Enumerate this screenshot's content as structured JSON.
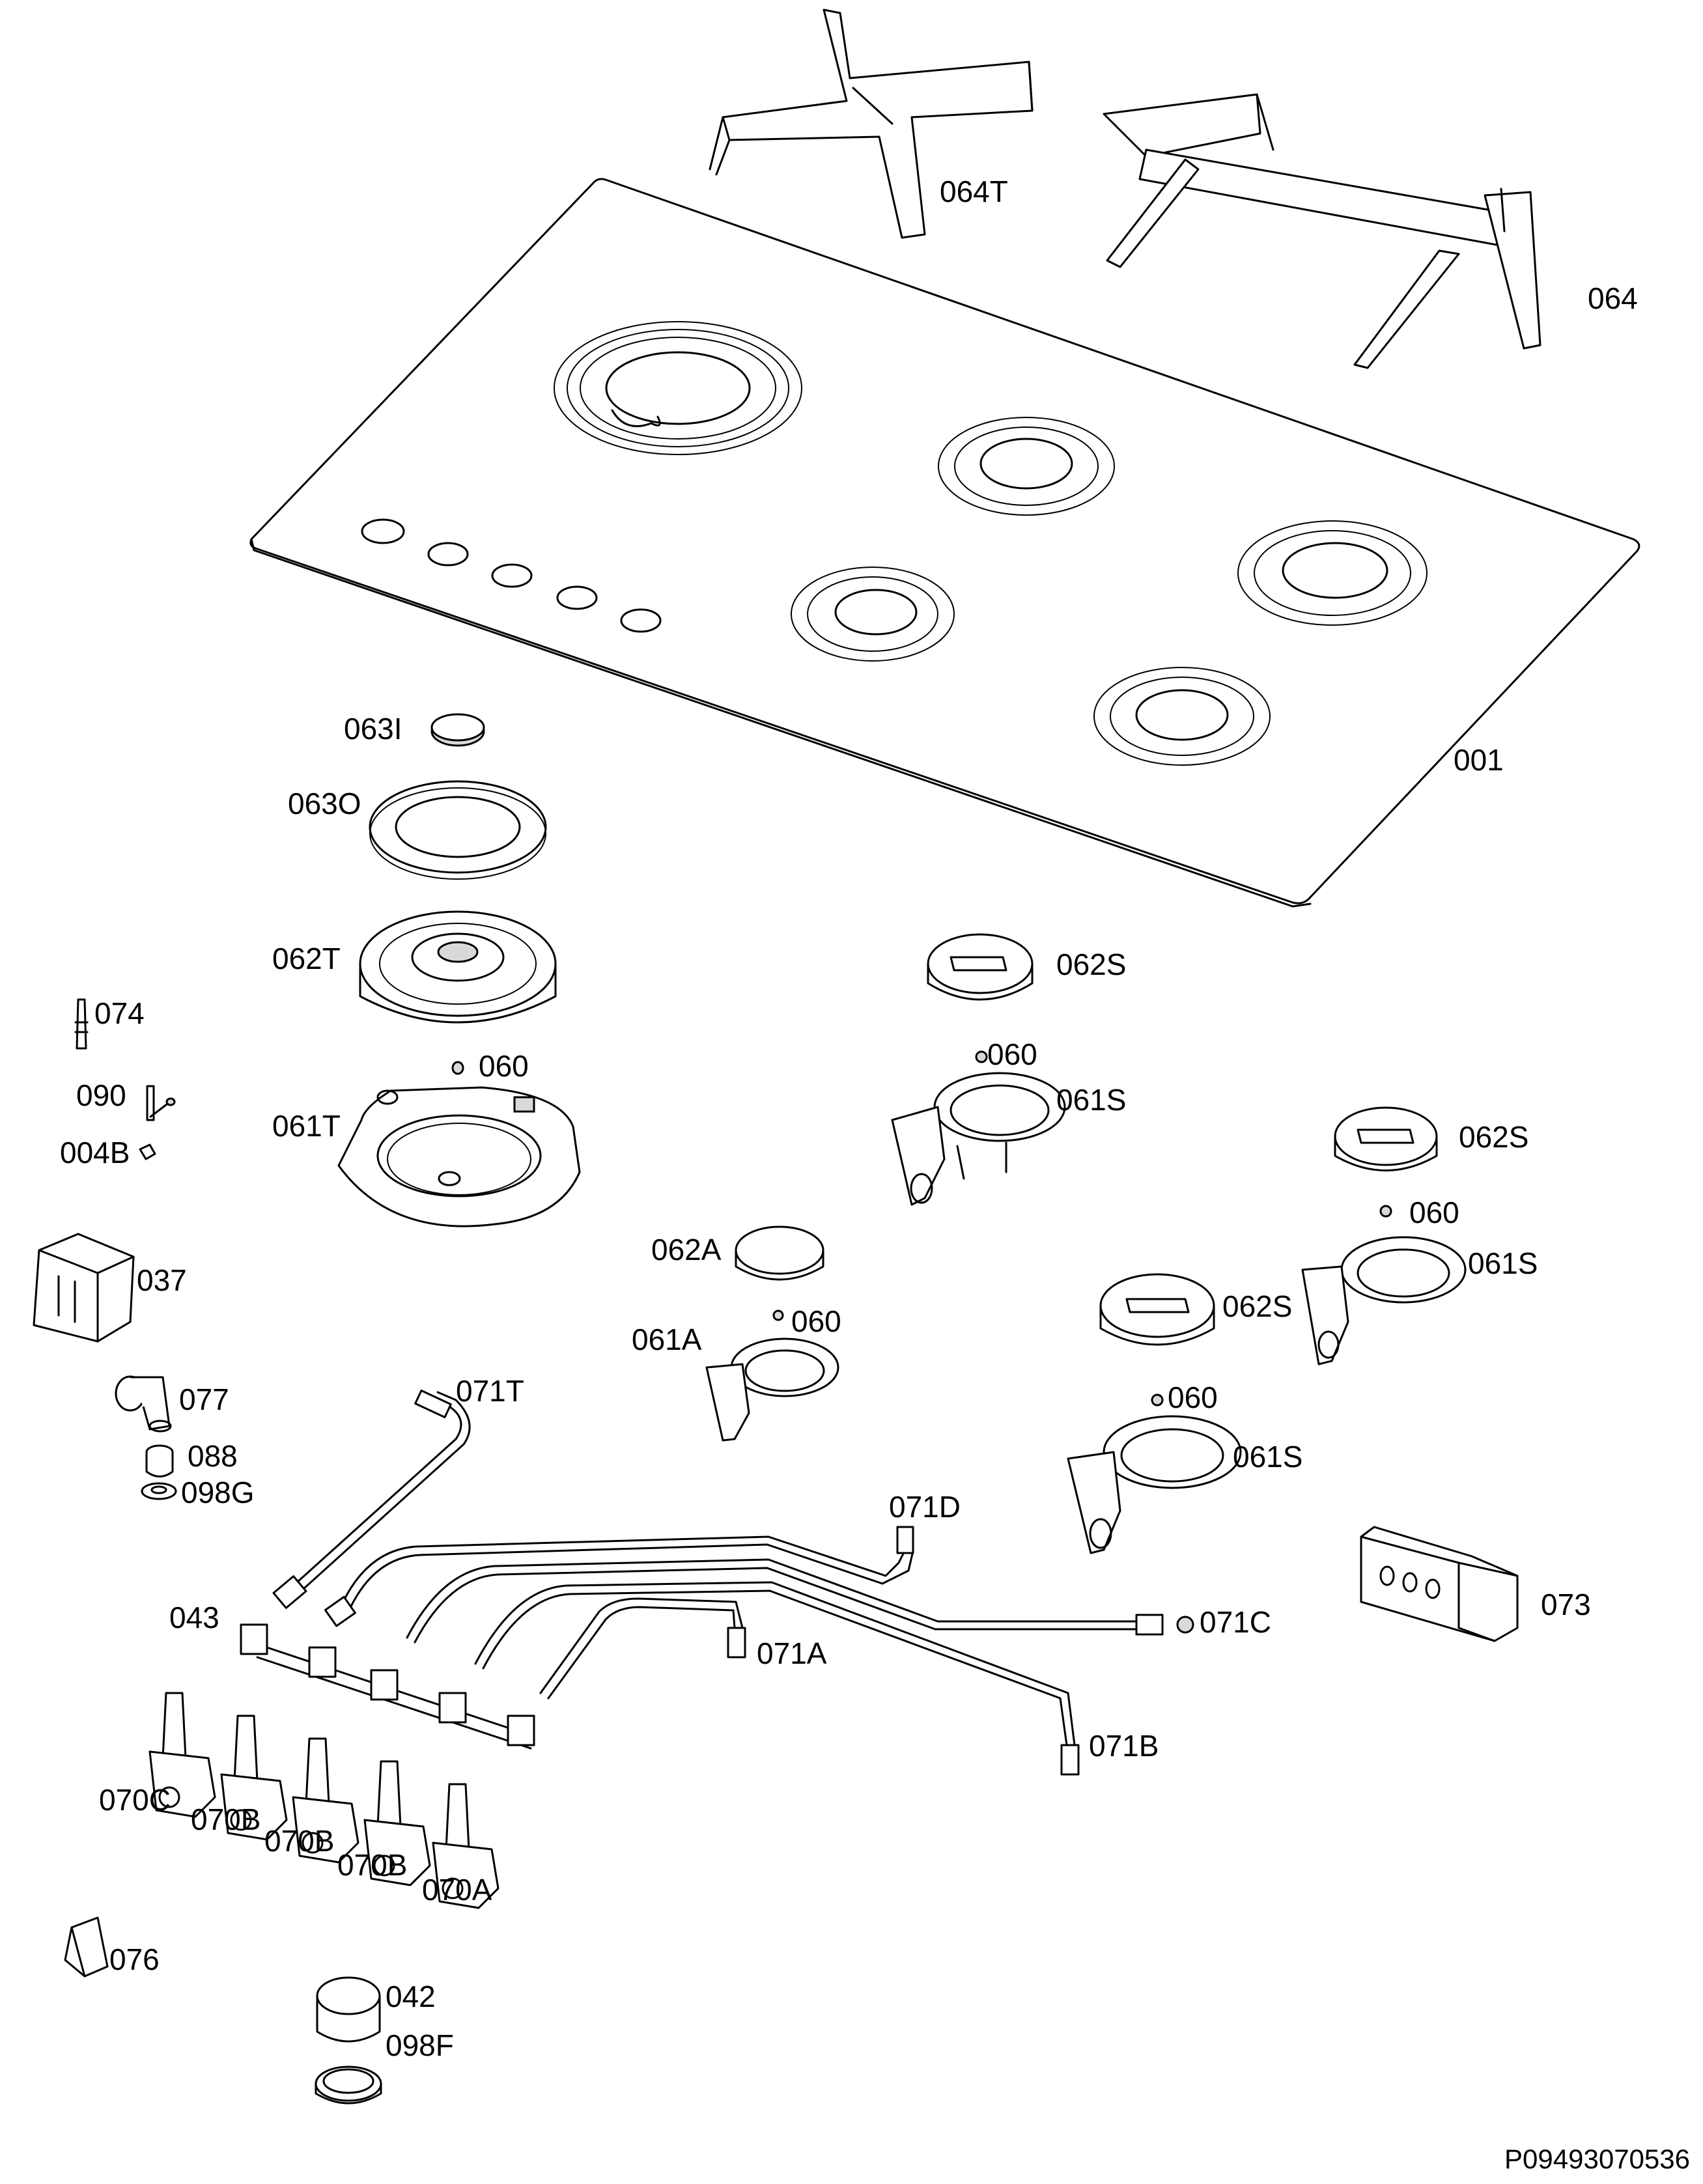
{
  "labels": {
    "l_064T": "064T",
    "l_064": "064",
    "l_001": "001",
    "l_063I": "063I",
    "l_063O": "063O",
    "l_062T": "062T",
    "l_074": "074",
    "l_060_a": "060",
    "l_090": "090",
    "l_061T": "061T",
    "l_004B": "004B",
    "l_062S_a": "062S",
    "l_060_b": "060",
    "l_061S_a": "061S",
    "l_062S_b": "062S",
    "l_060_c": "060",
    "l_061S_b": "061S",
    "l_037": "037",
    "l_062A": "062A",
    "l_060_d": "060",
    "l_061A": "061A",
    "l_062S_c": "062S",
    "l_060_e": "060",
    "l_061S_c": "061S",
    "l_077": "077",
    "l_071T": "071T",
    "l_088": "088",
    "l_098G": "098G",
    "l_071D": "071D",
    "l_073": "073",
    "l_071C": "071C",
    "l_043": "043",
    "l_071A": "071A",
    "l_071B": "071B",
    "l_070C": "070C",
    "l_070B_a": "070B",
    "l_070B_b": "070B",
    "l_070B_c": "070B",
    "l_070A": "070A",
    "l_076": "076",
    "l_042": "042",
    "l_098F": "098F"
  },
  "drawing_code": "P09493070536"
}
